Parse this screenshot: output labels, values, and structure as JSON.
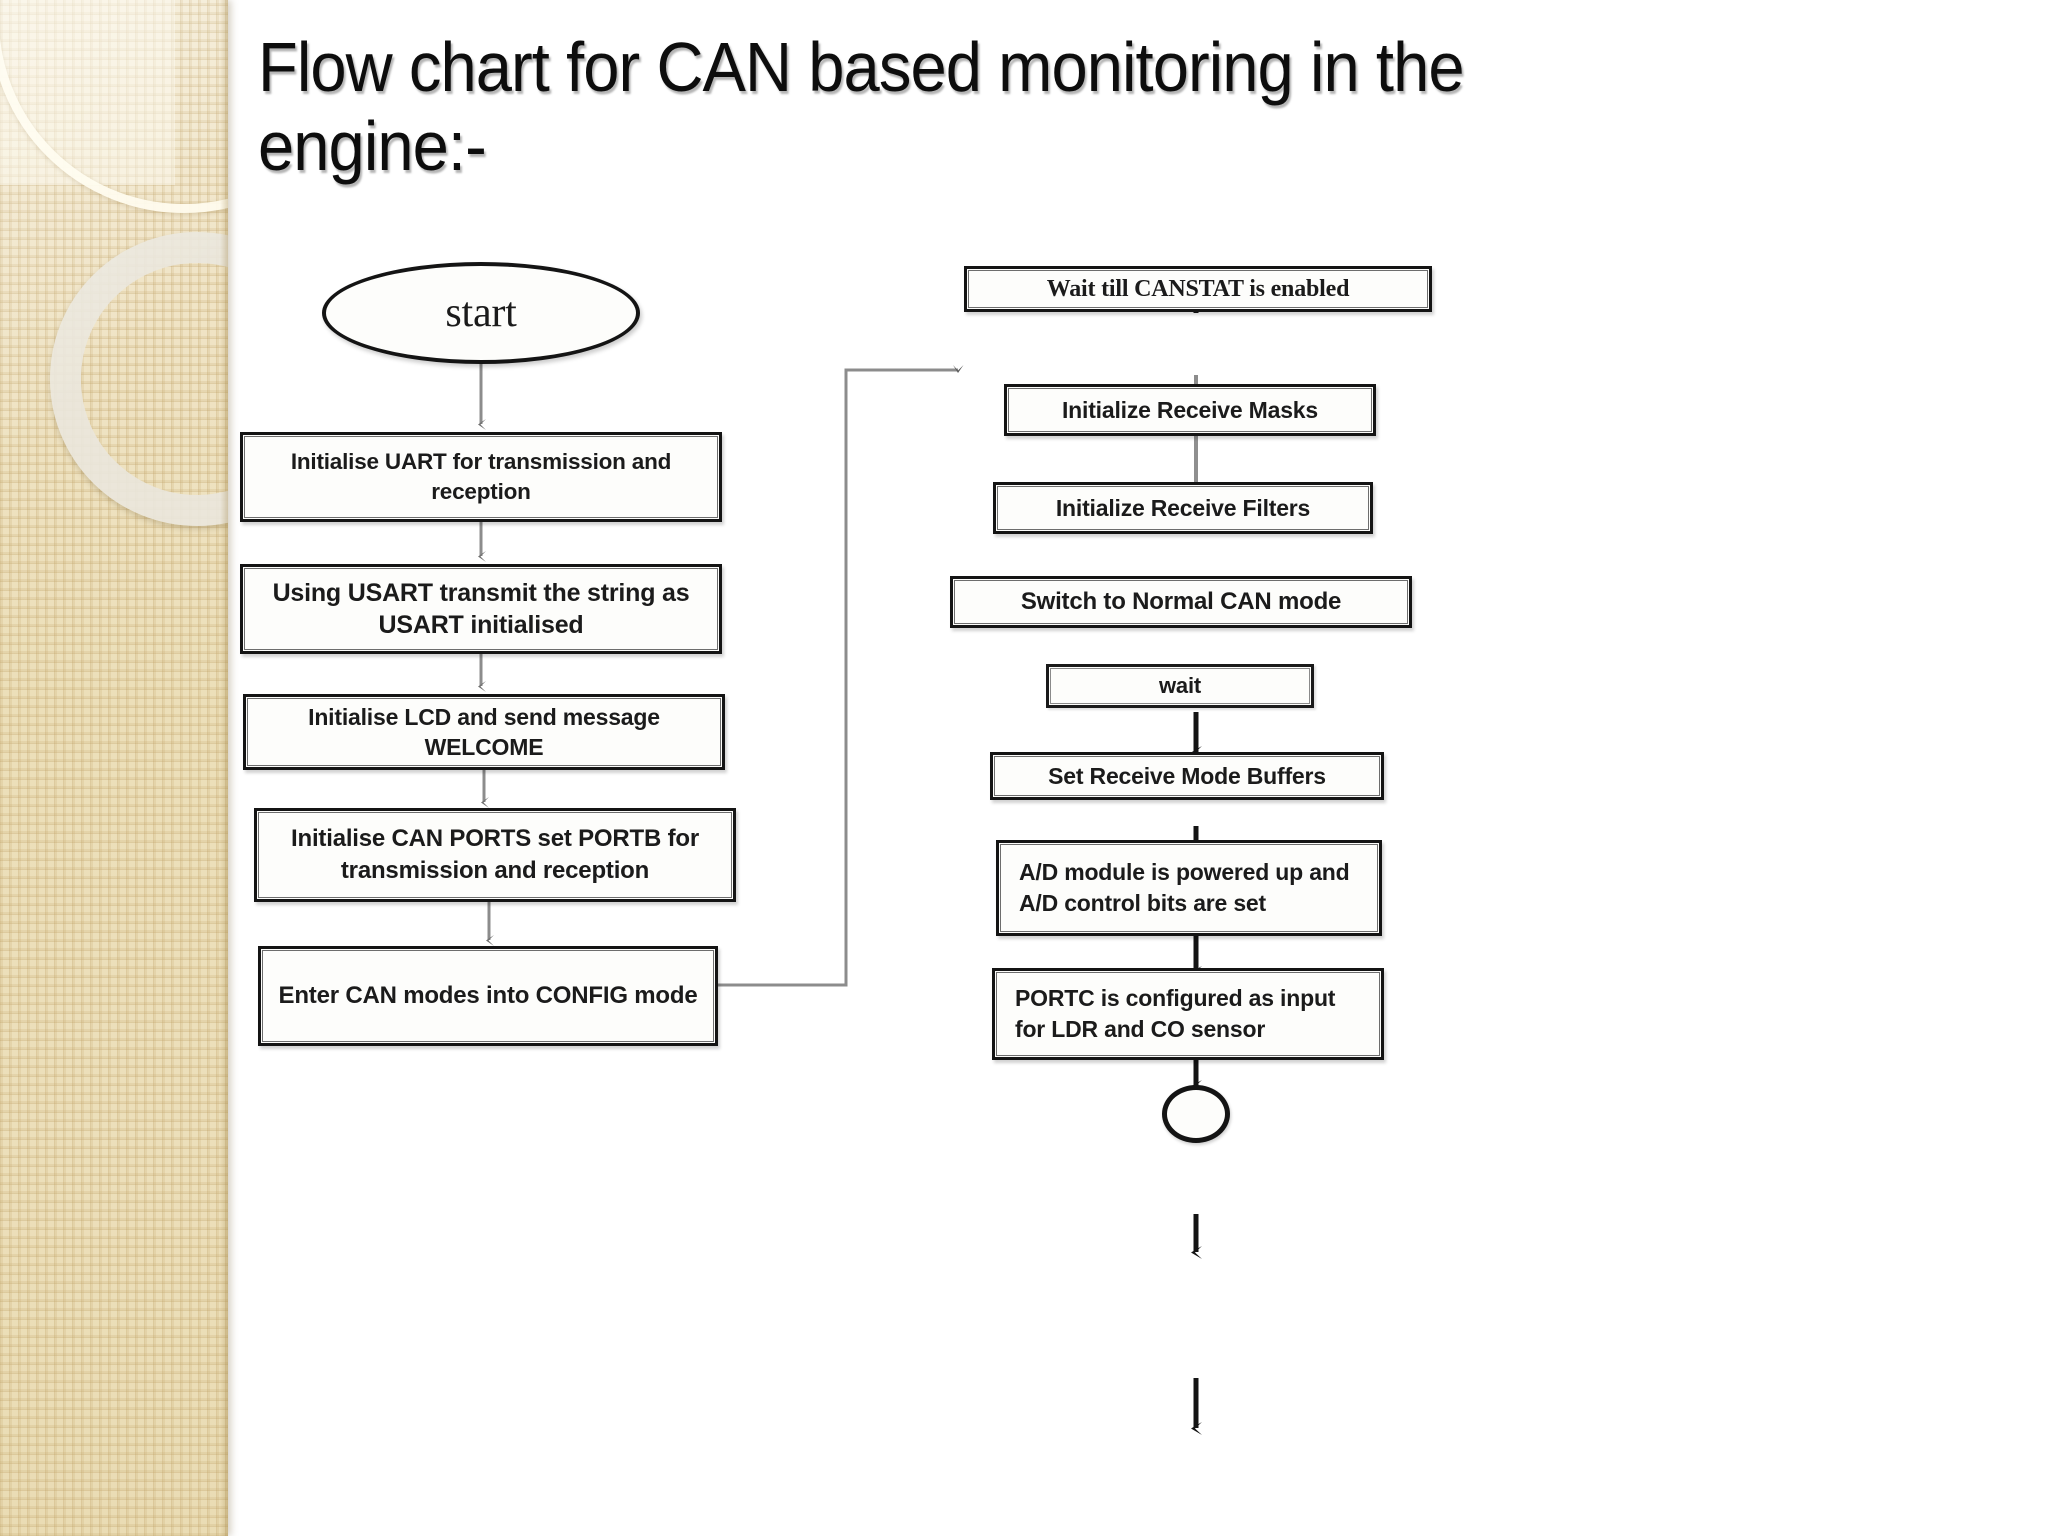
{
  "slide": {
    "title_line1": "Flow chart for CAN based monitoring in the",
    "title_line2": "engine:-",
    "background_color": "#ffffff",
    "sidebar_color": "#eedfba",
    "node_border_color": "#141414",
    "connector_color": "#8a8a8a"
  },
  "flowchart": {
    "type": "flowchart",
    "orientation": "two-column, left column flows down then jumps to top of right column",
    "left_column": [
      {
        "id": "start",
        "shape": "ellipse",
        "label": "start"
      },
      {
        "id": "init-uart",
        "shape": "process",
        "label": "Initialise UART for transmission and reception"
      },
      {
        "id": "usart-tx",
        "shape": "process",
        "label": "Using USART transmit the string as USART initialised"
      },
      {
        "id": "init-lcd",
        "shape": "process",
        "label": "Initialise LCD and send message WELCOME"
      },
      {
        "id": "init-can-ports",
        "shape": "process",
        "label": "Initialise CAN PORTS set PORTB for transmission and reception"
      },
      {
        "id": "enter-config",
        "shape": "process",
        "label": "Enter CAN modes into CONFIG mode"
      }
    ],
    "right_column": [
      {
        "id": "wait-canstat",
        "shape": "process",
        "label": "Wait till CANSTAT is enabled"
      },
      {
        "id": "init-masks",
        "shape": "process",
        "label": "Initialize Receive Masks"
      },
      {
        "id": "init-filters",
        "shape": "process",
        "label": "Initialize Receive Filters"
      },
      {
        "id": "normal-mode",
        "shape": "process",
        "label": "Switch to Normal CAN mode"
      },
      {
        "id": "wait",
        "shape": "process",
        "label": "wait"
      },
      {
        "id": "set-buffers",
        "shape": "process",
        "label": "Set Receive Mode Buffers"
      },
      {
        "id": "ad-module",
        "shape": "process",
        "label": "A/D module is powered up and  A/D control bits are set"
      },
      {
        "id": "portc",
        "shape": "process",
        "label": "PORTC is configured as input for LDR and CO sensor"
      },
      {
        "id": "end",
        "shape": "terminator",
        "label": ""
      }
    ],
    "connectors": [
      {
        "from": "start",
        "to": "init-uart",
        "style": "arrow-down"
      },
      {
        "from": "init-uart",
        "to": "usart-tx",
        "style": "arrow-down"
      },
      {
        "from": "usart-tx",
        "to": "init-lcd",
        "style": "arrow-down"
      },
      {
        "from": "init-lcd",
        "to": "init-can-ports",
        "style": "arrow-down"
      },
      {
        "from": "init-can-ports",
        "to": "enter-config",
        "style": "arrow-down"
      },
      {
        "from": "enter-config",
        "to": "wait-canstat",
        "style": "elbow-right-up-right-arrow"
      },
      {
        "from": "wait-canstat",
        "to": "init-masks",
        "style": "arrow-down"
      },
      {
        "from": "init-masks",
        "to": "init-filters",
        "style": "arrow-down"
      },
      {
        "from": "init-filters",
        "to": "normal-mode",
        "style": "arrow-down"
      },
      {
        "from": "normal-mode",
        "to": "wait",
        "style": "arrow-down"
      },
      {
        "from": "wait",
        "to": "set-buffers",
        "style": "arrow-down"
      },
      {
        "from": "set-buffers",
        "to": "ad-module",
        "style": "arrow-down"
      },
      {
        "from": "ad-module",
        "to": "portc",
        "style": "arrow-down"
      },
      {
        "from": "portc",
        "to": "end",
        "style": "arrow-down"
      }
    ]
  }
}
